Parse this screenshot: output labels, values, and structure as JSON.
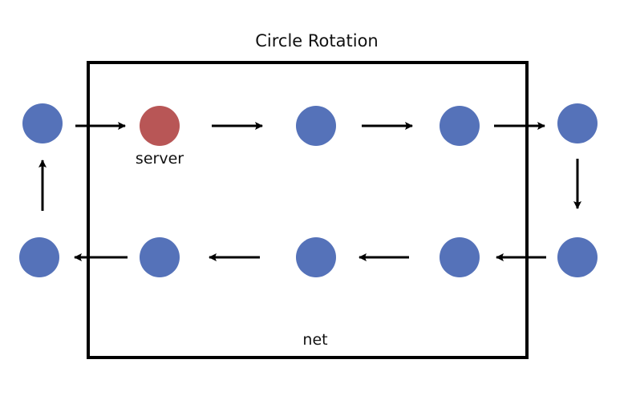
{
  "diagram": {
    "title": "Circle Rotation",
    "court_label": "net",
    "server_label": "server",
    "player_color": "#5572b9",
    "server_color": "#b85656",
    "line_color": "#000000",
    "players": [
      {
        "id": "p-left-top",
        "role": "player"
      },
      {
        "id": "p-server",
        "role": "server"
      },
      {
        "id": "p-top-3",
        "role": "player"
      },
      {
        "id": "p-top-4",
        "role": "player"
      },
      {
        "id": "p-right-top",
        "role": "player"
      },
      {
        "id": "p-left-bottom",
        "role": "player"
      },
      {
        "id": "p-bottom-2",
        "role": "player"
      },
      {
        "id": "p-bottom-3",
        "role": "player"
      },
      {
        "id": "p-bottom-4",
        "role": "player"
      },
      {
        "id": "p-right-bottom",
        "role": "player"
      }
    ],
    "arrows": [
      {
        "from": "p-left-top",
        "to": "p-server"
      },
      {
        "from": "p-server",
        "to": "p-top-3"
      },
      {
        "from": "p-top-3",
        "to": "p-top-4"
      },
      {
        "from": "p-top-4",
        "to": "p-right-top"
      },
      {
        "from": "p-right-top",
        "to": "p-right-bottom"
      },
      {
        "from": "p-right-bottom",
        "to": "p-bottom-4"
      },
      {
        "from": "p-bottom-4",
        "to": "p-bottom-3"
      },
      {
        "from": "p-bottom-3",
        "to": "p-bottom-2"
      },
      {
        "from": "p-bottom-2",
        "to": "p-left-bottom"
      },
      {
        "from": "p-left-bottom",
        "to": "p-left-top"
      }
    ]
  }
}
